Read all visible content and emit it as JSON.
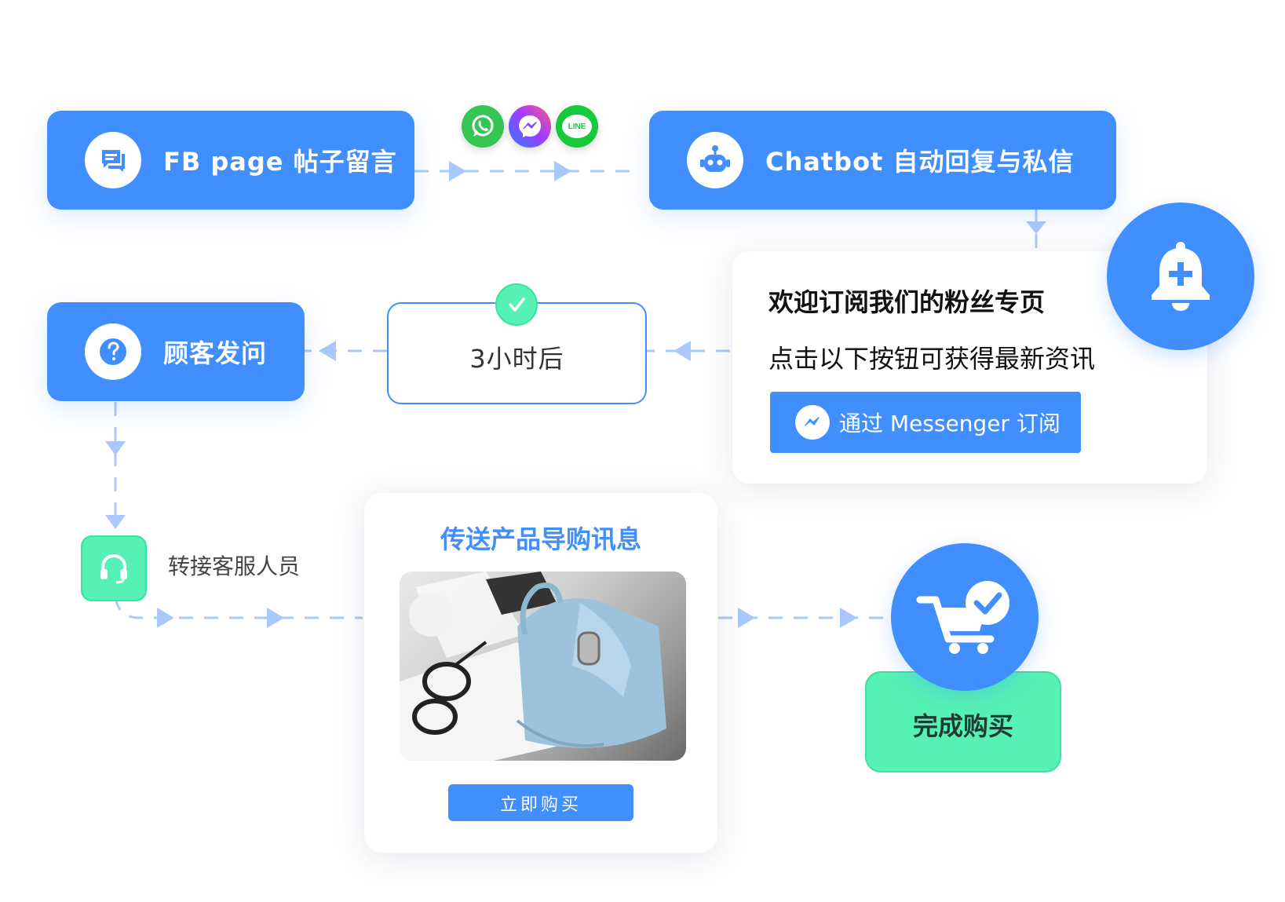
{
  "nodes": {
    "fb_page": {
      "label": "FB page 帖子留言"
    },
    "chatbot": {
      "label": "Chatbot  自动回复与私信"
    },
    "subscribe_card": {
      "title": "欢迎订阅我们的粉丝专页",
      "subtitle": "点击以下按钮可获得最新资讯",
      "button_label": "通过 Messenger 订阅"
    },
    "wait": {
      "label": "3小时后"
    },
    "customer_question": {
      "label": "顾客发问"
    },
    "transfer_agent": {
      "label": "转接客服人员"
    },
    "product_card": {
      "title": "传送产品导购讯息",
      "button_label": "立即购买"
    },
    "purchase_done": {
      "label": "完成购买"
    }
  },
  "icons": {
    "whatsapp": "whatsapp-icon",
    "messenger": "messenger-icon",
    "line": "line-icon",
    "line_text": "LINE"
  },
  "colors": {
    "primary_blue": "#418ffe",
    "mint_green": "#55f1b5",
    "connector": "#a9c8fb"
  }
}
